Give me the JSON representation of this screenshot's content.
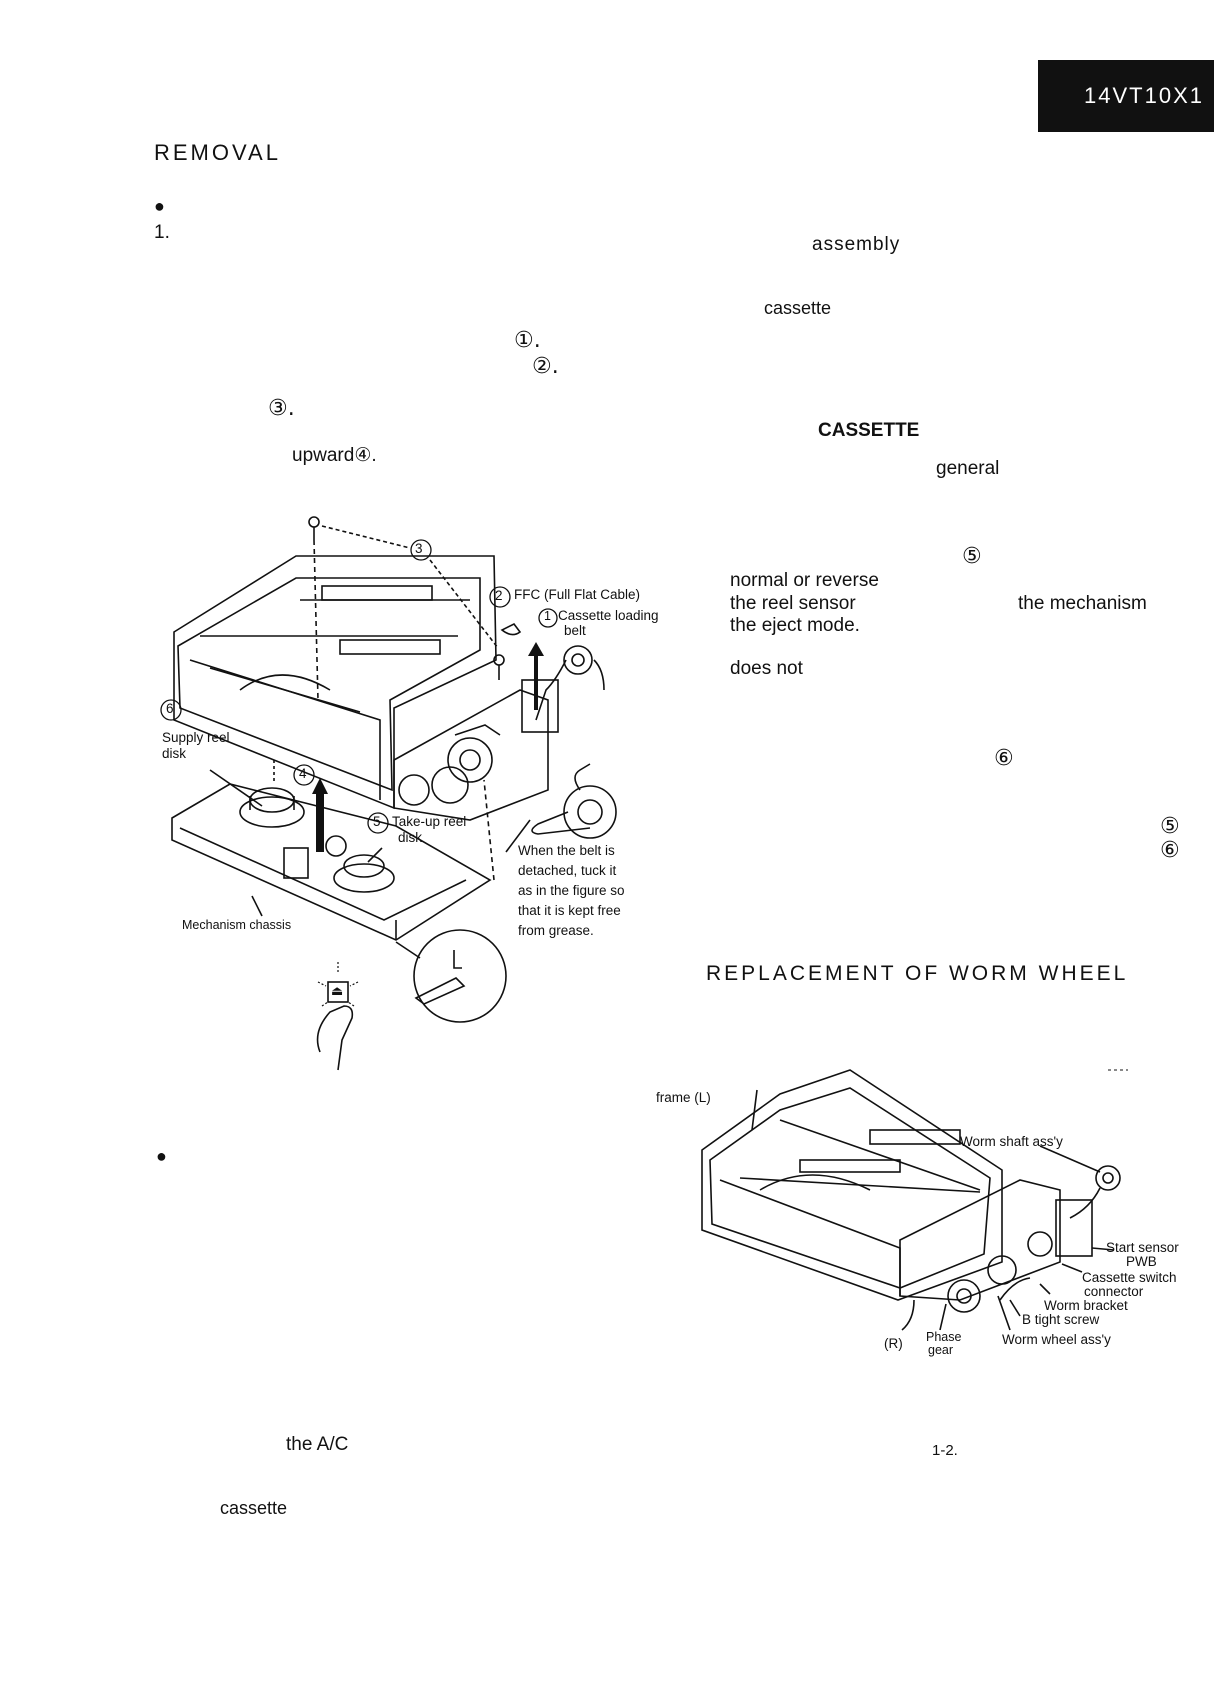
{
  "header": {
    "model_tab": "14VT10X1"
  },
  "removal": {
    "title": "REMOVAL",
    "bullet": "●",
    "step_number": "1.",
    "mark1": "①.",
    "mark2": "②.",
    "mark3": "③.",
    "upward": "upward④."
  },
  "right_col": {
    "assembly": "assembly",
    "cassette": "cassette",
    "cassette_heading": "CASSETTE",
    "general": "general",
    "mark5": "⑤",
    "line_normal": "normal or reverse",
    "line_reel_sensor": "the reel sensor",
    "line_mechanism": "the mechanism",
    "line_eject": "the eject mode.",
    "line_does_not": "does not",
    "mark6": "⑥",
    "mark5b": "⑤",
    "mark6b": "⑥"
  },
  "figure1": {
    "screw_label": "3",
    "ffc_num": "2",
    "ffc": "FFC (Full Flat Cable)",
    "loading_num": "1",
    "loading_line1": "Cassette loading",
    "loading_line2": "belt",
    "supply_num": "6",
    "supply_line1": "Supply reel",
    "supply_line2": "disk",
    "arrow_num": "4",
    "takeup_num": "5",
    "takeup_line1": "Take-up reel",
    "takeup_line2": "disk",
    "belt_note_1": "When the belt is",
    "belt_note_2": "detached, tuck it",
    "belt_note_3": "as in the figure so",
    "belt_note_4": "that it is kept free",
    "belt_note_5": "from grease.",
    "chassis": "Mechanism chassis",
    "eject_symbol": "⏏"
  },
  "lower_left": {
    "bullet": "●",
    "the_ac": "the A/C",
    "cassette": "cassette"
  },
  "worm": {
    "title": "REPLACEMENT OF WORM WHEEL",
    "frame_l": "frame (L)",
    "worm_shaft": "Worm shaft ass'y",
    "start_sensor_1": "Start sensor",
    "start_sensor_2": "PWB",
    "cassette_switch_1": "Cassette switch",
    "cassette_switch_2": "connector",
    "worm_bracket": "Worm bracket",
    "b_tight": "B tight screw",
    "r_label": "(R)",
    "phase_1": "Phase",
    "phase_2": "gear",
    "worm_wheel": "Worm wheel ass'y"
  },
  "footer": {
    "page": "1-2."
  }
}
